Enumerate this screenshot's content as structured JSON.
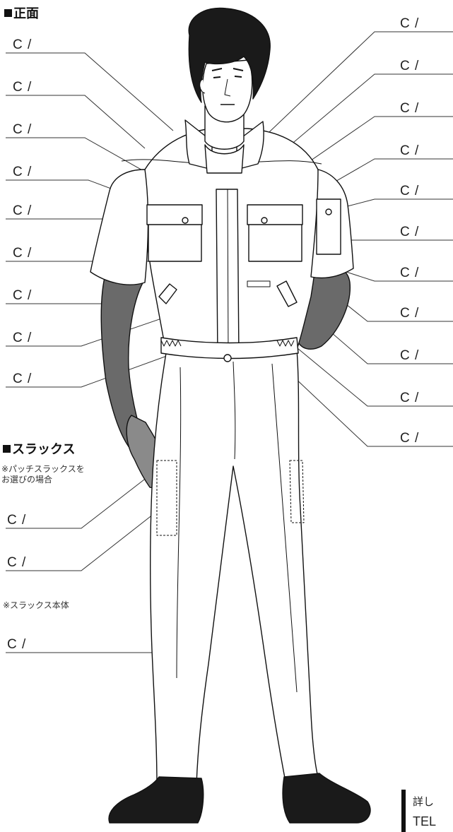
{
  "front_section": {
    "title": "正面"
  },
  "slacks_section": {
    "title": "スラックス",
    "note_patch": "※パッチスラックスを\nお選びの場合",
    "note_body": "※スラックス本体"
  },
  "callout_label": "C /",
  "left_callouts": [
    "C /",
    "C /",
    "C /",
    "C /",
    "C /",
    "C /",
    "C /",
    "C /",
    "C /"
  ],
  "right_callouts": [
    "C /",
    "C /",
    "C /",
    "C /",
    "C /",
    "C /",
    "C /",
    "C /",
    "C /",
    "C /",
    "C /"
  ],
  "slacks_callouts": [
    "C /",
    "C /",
    "C /"
  ],
  "contact": {
    "line1": "詳し",
    "line2": "TEL"
  },
  "colors": {
    "ink": "#111111",
    "skin": "#6a6a6a",
    "hair": "#1a1a1a",
    "garment": "#ffffff"
  }
}
